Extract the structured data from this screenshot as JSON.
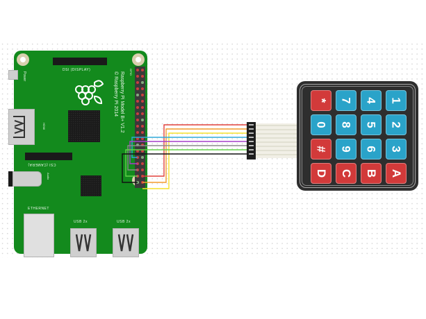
{
  "diagram": {
    "type": "fritzing-breadboard-wiring",
    "background": {
      "color": "#ffffff",
      "grid_dots": "#d6d6d6"
    }
  },
  "raspberry_pi": {
    "board_color": "#138a1d",
    "title_line1": "Raspberry Pi Model B+ V1.2",
    "title_line2": "© Raspberry Pi 2014",
    "gpio_label": "GPIO",
    "labels": {
      "display": "DSI (DISPLAY)",
      "camera": "CSI (CAMERA)",
      "power": "Power",
      "hdmi": "HDMI",
      "audio": "Audio",
      "ethernet": "ETHERNET",
      "usb1": "USB 2x",
      "usb2": "USB 2x"
    }
  },
  "wires": [
    {
      "color": "#e0403a",
      "name": "red"
    },
    {
      "color": "#f39a2b",
      "name": "orange"
    },
    {
      "color": "#f5e12a",
      "name": "yellow"
    },
    {
      "color": "#2da8d8",
      "name": "blue"
    },
    {
      "color": "#a43fc9",
      "name": "purple"
    },
    {
      "color": "#8a8a8a",
      "name": "gray"
    },
    {
      "color": "#62d24a",
      "name": "green"
    },
    {
      "color": "#111111",
      "name": "black"
    }
  ],
  "keypad": {
    "type": "4x4 membrane keypad",
    "orientation": "rotated 90deg clockwise",
    "colors": {
      "red": "#d23a3a",
      "blue": "#2aa3c9",
      "body": "#2e2e2e"
    },
    "columns_left_to_right": [
      [
        "*",
        "0",
        "#",
        "D"
      ],
      [
        "7",
        "8",
        "9",
        "C"
      ],
      [
        "4",
        "5",
        "6",
        "B"
      ],
      [
        "1",
        "2",
        "3",
        "A"
      ]
    ],
    "keys": {
      "k00": "*",
      "k01": "0",
      "k02": "#",
      "k03": "D",
      "k10": "7",
      "k11": "8",
      "k12": "9",
      "k13": "C",
      "k20": "4",
      "k21": "5",
      "k22": "6",
      "k23": "B",
      "k30": "1",
      "k31": "2",
      "k32": "3",
      "k33": "A"
    }
  }
}
